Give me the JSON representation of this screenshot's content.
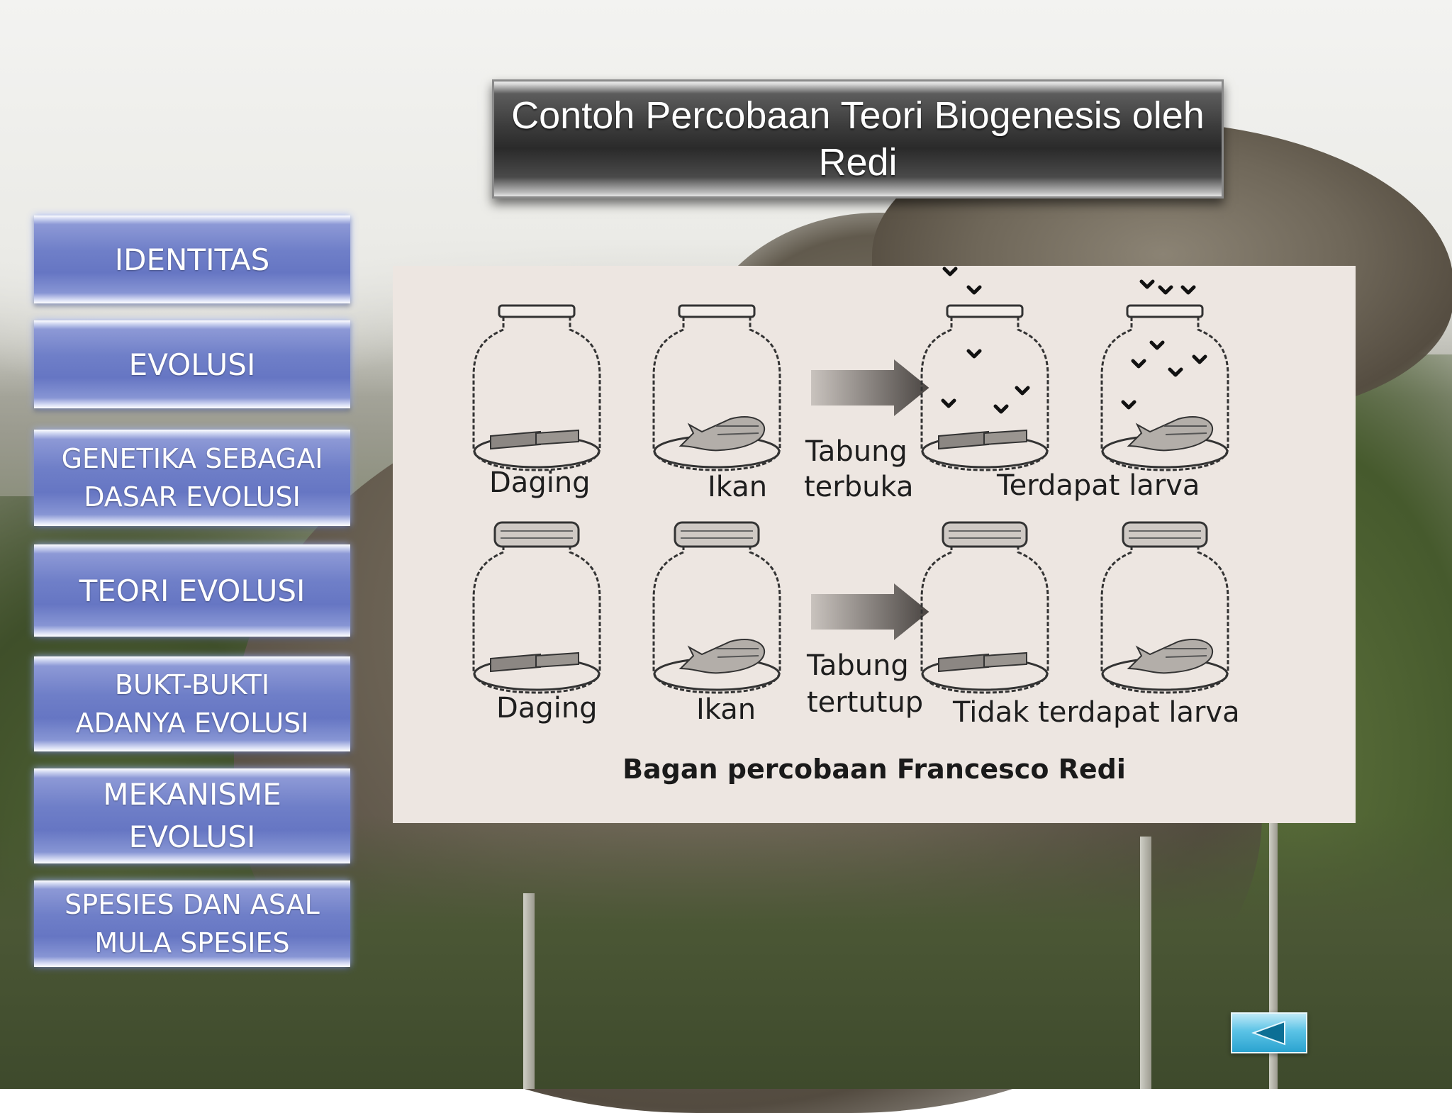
{
  "title": "Contoh Percobaan Teori Biogenesis oleh Redi",
  "menu": {
    "items": [
      {
        "label": "IDENTITAS"
      },
      {
        "label": "EVOLUSI"
      },
      {
        "label": "GENETIKA SEBAGAI\nDASAR EVOLUSI"
      },
      {
        "label": "TEORI EVOLUSI"
      },
      {
        "label": "BUKT-BUKTI\nADANYA EVOLUSI"
      },
      {
        "label": "MEKANISME\nEVOLUSI"
      },
      {
        "label": "SPESIES DAN ASAL\nMULA  SPESIES"
      }
    ]
  },
  "diagram": {
    "row1": {
      "daging": "Daging",
      "ikan": "Ikan",
      "tabung_line1": "Tabung",
      "tabung_line2": "terbuka",
      "result": "Terdapat larva"
    },
    "row2": {
      "daging": "Daging",
      "ikan": "Ikan",
      "tabung_line1": "Tabung",
      "tabung_line2": "tertutup",
      "result": "Tidak terdapat larva"
    },
    "caption": "Bagan percobaan Francesco Redi"
  },
  "nav": {
    "back_icon": "play-left-icon",
    "accent": "#3bb2dc"
  },
  "colors": {
    "menu_button": "#6f7fc8",
    "title_bar": "#3b3b3b",
    "diagram_bg": "#ede6e1"
  }
}
